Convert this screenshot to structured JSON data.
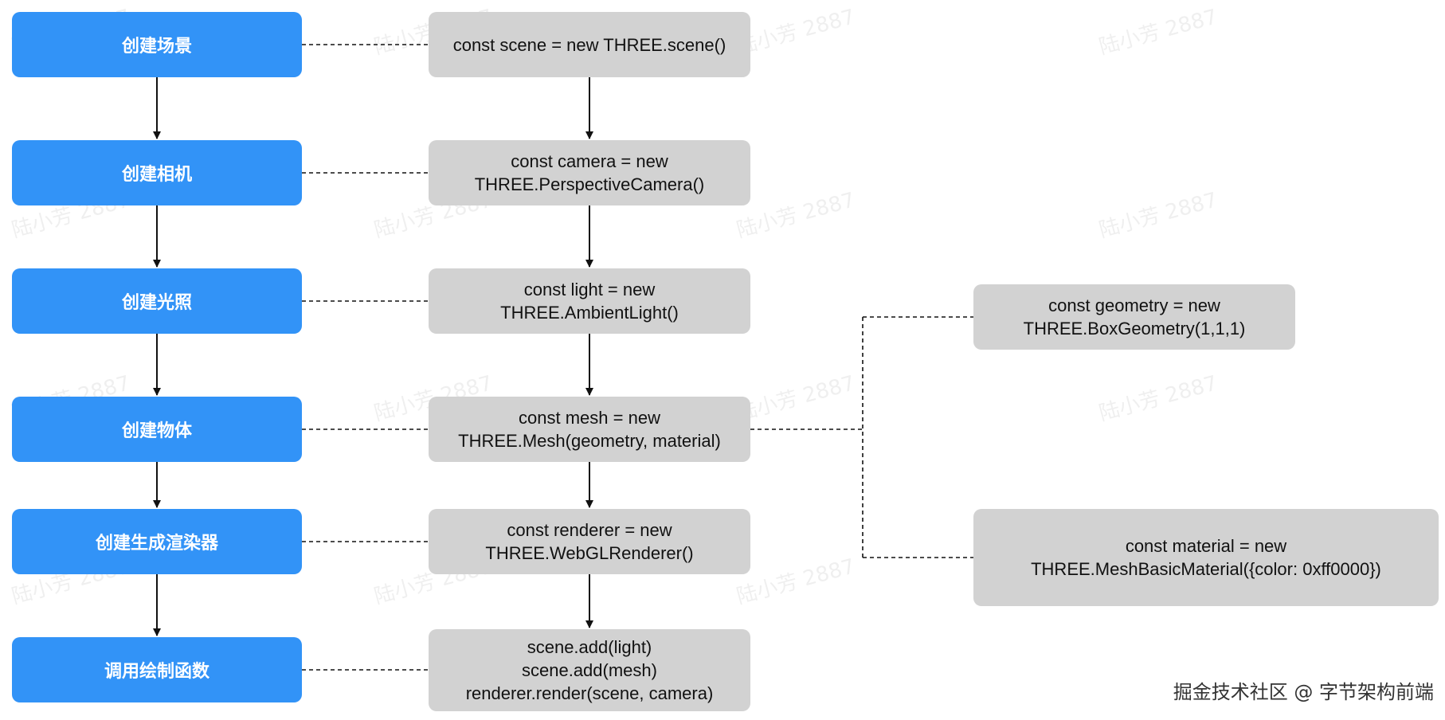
{
  "steps": [
    "创建场景",
    "创建相机",
    "创建光照",
    "创建物体",
    "创建生成渲染器",
    "调用绘制函数"
  ],
  "code": [
    [
      "const scene = new THREE.scene()"
    ],
    [
      "const camera = new",
      "THREE.PerspectiveCamera()"
    ],
    [
      "const light = new",
      "THREE.AmbientLight()"
    ],
    [
      "const mesh = new",
      "THREE.Mesh(geometry, material)"
    ],
    [
      "const renderer = new",
      "THREE.WebGLRenderer()"
    ],
    [
      "scene.add(light)",
      "scene.add(mesh)",
      "renderer.render(scene, camera)"
    ]
  ],
  "mesh_parts": [
    [
      "const geometry = new",
      "THREE.BoxGeometry(1,1,1)"
    ],
    [
      "const material = new",
      "THREE.MeshBasicMaterial({color: 0xff0000})"
    ]
  ],
  "watermark": "陆小芳 2887",
  "credit": "掘金技术社区 @ 字节架构前端",
  "colors": {
    "step_fill": "#3293f7",
    "code_fill": "#d2d2d2",
    "arrow": "#111111"
  }
}
